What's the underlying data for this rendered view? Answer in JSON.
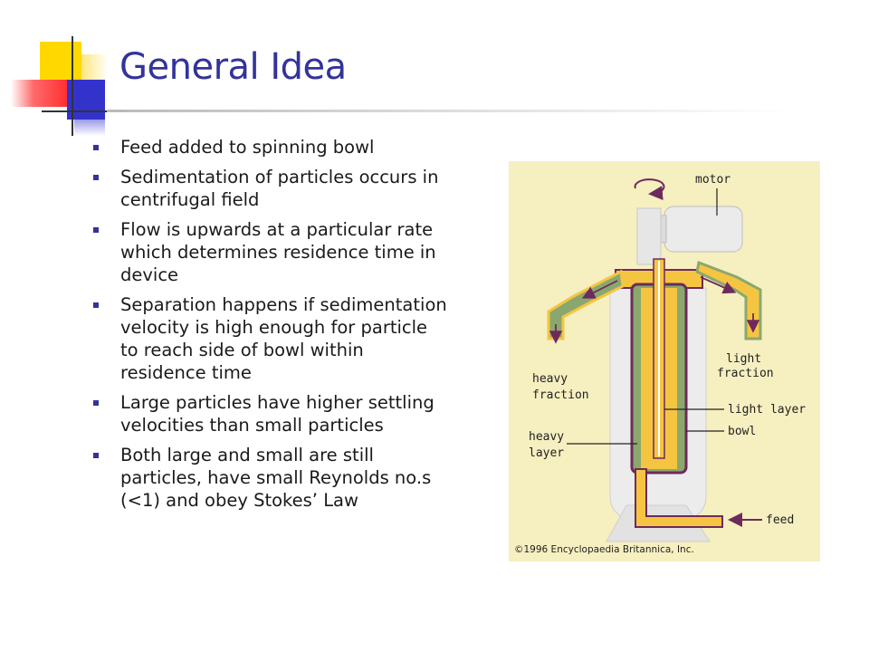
{
  "slide": {
    "title": "General Idea",
    "bullets": [
      "Feed added to spinning bowl",
      "Sedimentation of particles occurs in centrifugal field",
      "Flow is upwards at a particular rate which determines residence time in device",
      "Separation happens if sedimentation velocity is high enough for particle to reach side of bowl within residence time",
      "Large particles have higher settling velocities than small particles",
      "Both large and small are still particles, have small Reynolds no.s (<1) and obey Stokes’ Law"
    ]
  },
  "figure": {
    "labels": {
      "motor": "motor",
      "light_fraction_1": "light",
      "light_fraction_2": "fraction",
      "heavy_fraction_1": "heavy",
      "heavy_fraction_2": "fraction",
      "light_layer": "light layer",
      "bowl": "bowl",
      "heavy_layer_1": "heavy",
      "heavy_layer_2": "layer",
      "feed": "feed"
    },
    "copyright": "©1996 Encyclopaedia Britannica, Inc.",
    "colors": {
      "background": "#f6efc0",
      "light_fluid": "#f5c542",
      "heavy_fluid": "#8aa86e",
      "housing": "#e8e8e8",
      "bowl_wall": "#6e2a5c"
    }
  },
  "decoration": {
    "colors": {
      "yellow": "#ffd800",
      "blue": "#3333cc",
      "red": "#ff3b3b"
    }
  }
}
